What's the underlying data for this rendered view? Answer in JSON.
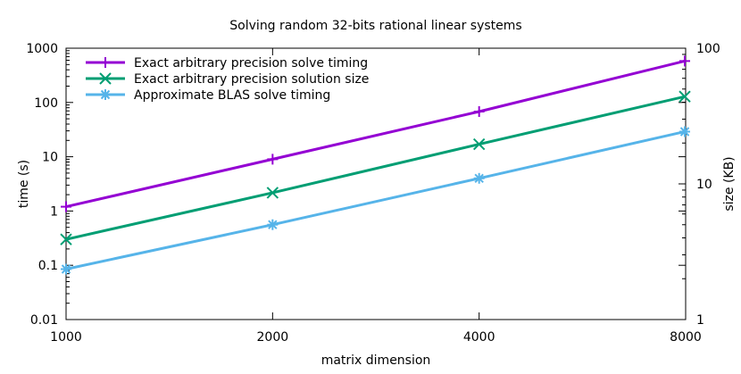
{
  "chart_data": {
    "type": "line",
    "title": "Solving random 32-bits rational linear systems",
    "xlabel": "matrix dimension",
    "ylabel_left": "time (s)",
    "ylabel_right": "size (KB)",
    "x_scale": "log2",
    "y_left_scale": "log10",
    "y_right_scale": "log10",
    "xlim": [
      1000,
      8000
    ],
    "ylim_left": [
      0.01,
      1000
    ],
    "ylim_right": [
      1,
      100
    ],
    "grid": false,
    "legend_position": "top-left",
    "x_ticks": [
      "1000",
      "2000",
      "4000",
      "8000"
    ],
    "y_left_ticks": [
      "0.01",
      "0.1",
      "1",
      "10",
      "100",
      "1000"
    ],
    "y_right_ticks": [
      "1",
      "10",
      "100"
    ],
    "series": [
      {
        "name": "Exact arbitrary precision solve timing",
        "axis": "left",
        "color": "#9400d3",
        "marker": "plus",
        "x": [
          1000,
          2000,
          4000,
          8000
        ],
        "y": [
          1.2,
          9.0,
          68,
          580
        ]
      },
      {
        "name": "Exact arbitrary precision solution size",
        "axis": "right",
        "color": "#009e73",
        "marker": "cross",
        "x": [
          1000,
          2000,
          4000,
          8000
        ],
        "y": [
          3.9,
          8.6,
          19.6,
          44
        ]
      },
      {
        "name": "Approximate BLAS solve timing",
        "axis": "left",
        "color": "#56b4e9",
        "marker": "star",
        "x": [
          1000,
          2000,
          4000,
          8000
        ],
        "y": [
          0.085,
          0.56,
          4.0,
          29
        ]
      }
    ]
  }
}
